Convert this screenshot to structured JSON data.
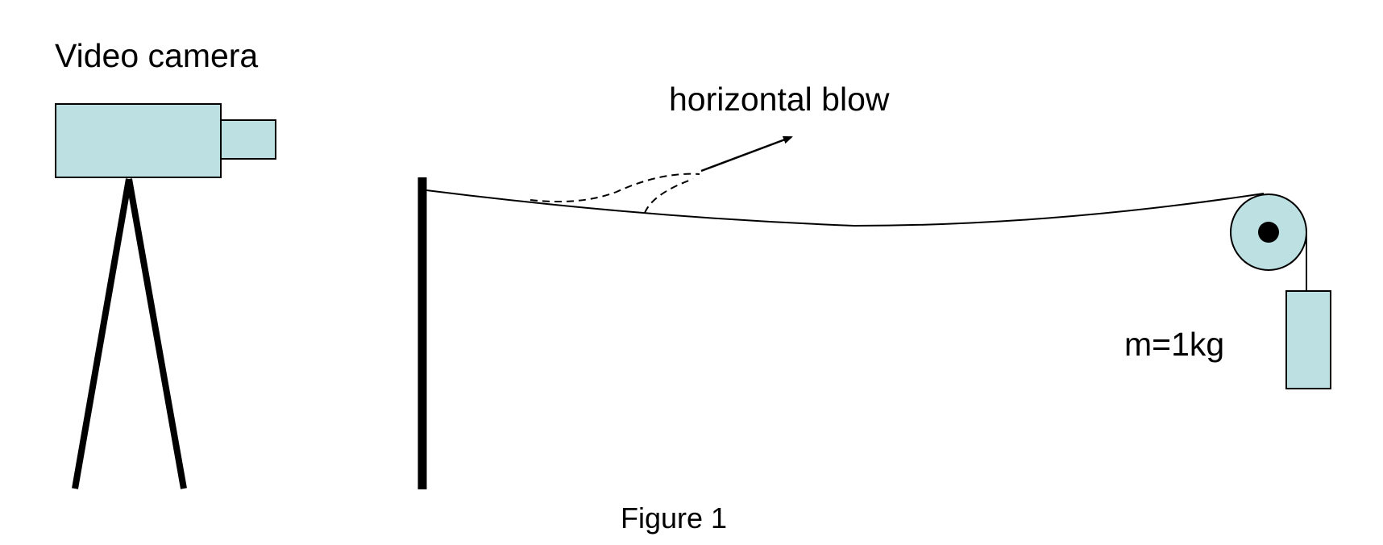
{
  "labels": {
    "camera": "Video camera",
    "blow": "horizontal blow",
    "mass": "m=1kg",
    "caption": "Figure 1"
  },
  "colors": {
    "fill": "#bde0e3",
    "stroke": "#000000",
    "background": "#ffffff"
  },
  "icons": {
    "camera": "video-camera-icon",
    "tripod": "tripod-icon",
    "pulley": "pulley-icon",
    "mass": "hanging-mass-icon"
  }
}
